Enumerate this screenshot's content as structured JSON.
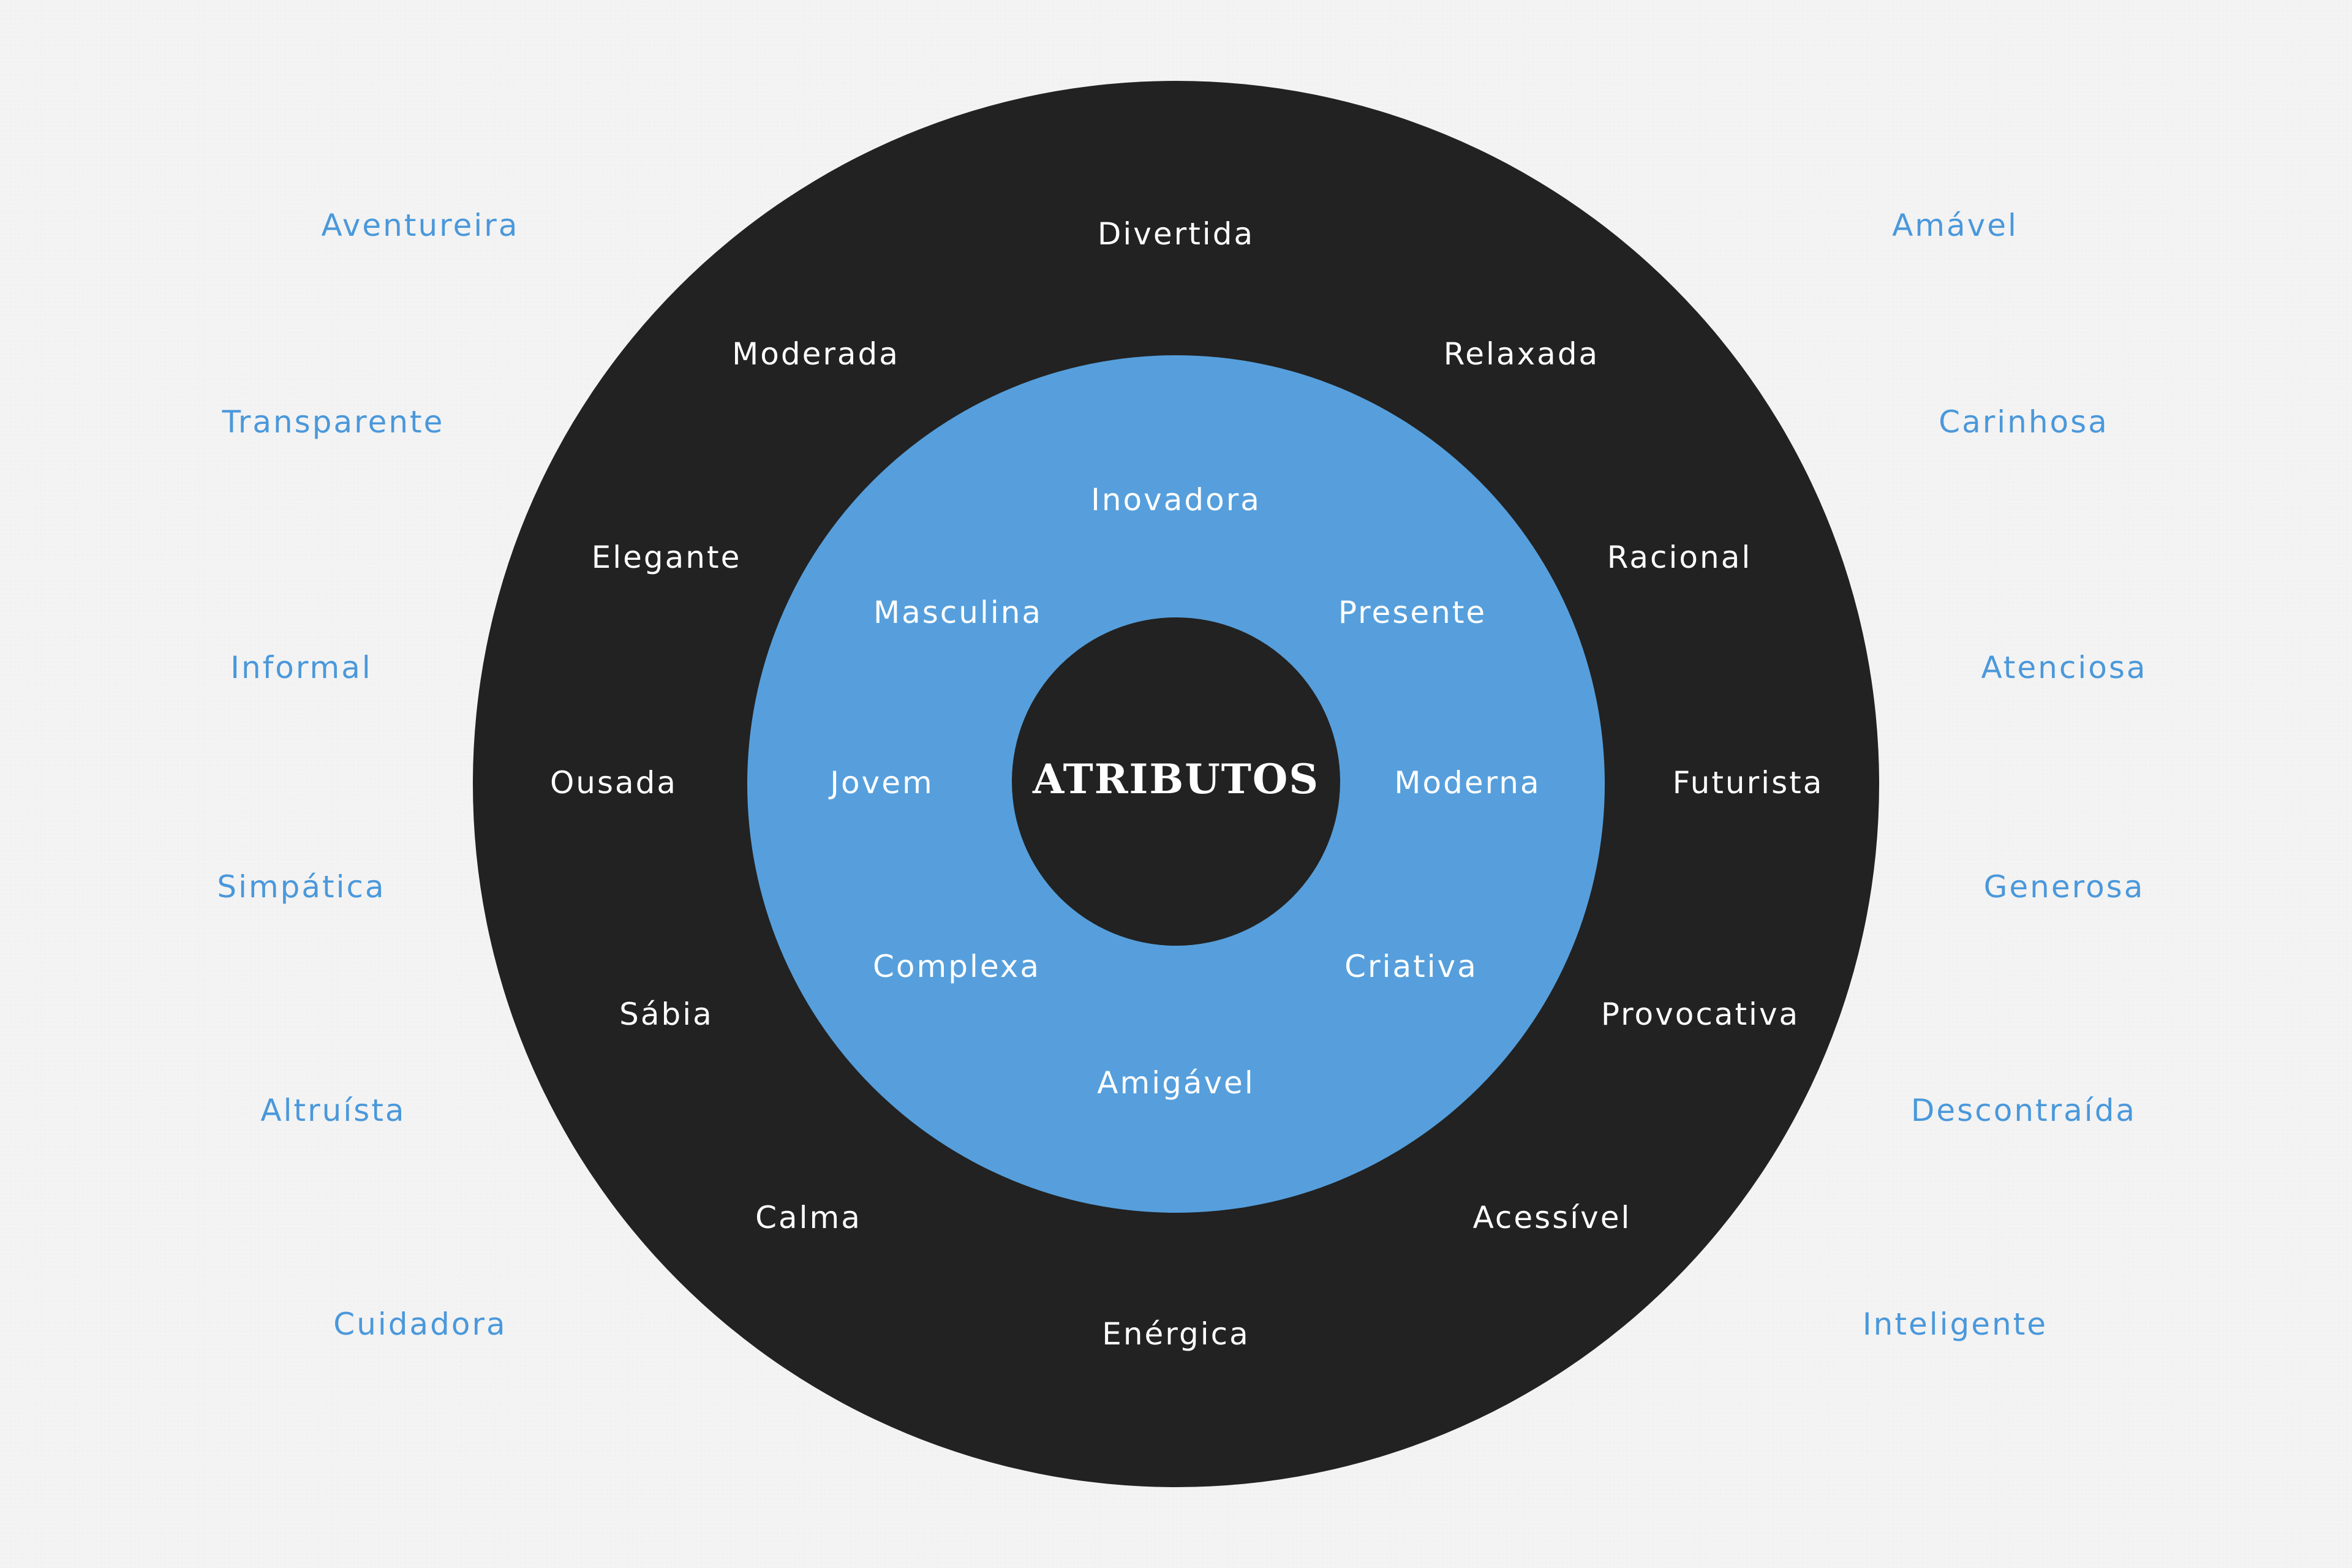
{
  "diagram": {
    "center_title": "ATRIBUTOS",
    "middle_ring": {
      "inovadora": "Inovadora",
      "masculina": "Masculina",
      "presente": "Presente",
      "jovem": "Jovem",
      "moderna": "Moderna",
      "complexa": "Complexa",
      "criativa": "Criativa",
      "amigavel": "Amigável"
    },
    "outer_ring": {
      "divertida": "Divertida",
      "moderada": "Moderada",
      "relaxada": "Relaxada",
      "elegante": "Elegante",
      "racional": "Racional",
      "ousada": "Ousada",
      "futurista": "Futurista",
      "sabia": "Sábia",
      "provocativa": "Provocativa",
      "calma": "Calma",
      "acessivel": "Acessível",
      "energica": "Enérgica"
    },
    "outside_left": {
      "aventureira": "Aventureira",
      "transparente": "Transparente",
      "informal": "Informal",
      "simpatica": "Simpática",
      "altruista": "Altruísta",
      "cuidadora": "Cuidadora"
    },
    "outside_right": {
      "amavel": "Amável",
      "carinhosa": "Carinhosa",
      "atenciosa": "Atenciosa",
      "generosa": "Generosa",
      "descontraida": "Descontraída",
      "inteligente": "Inteligente"
    },
    "colors": {
      "background": "#f3f3f3",
      "dark_ring": "#222222",
      "blue_ring": "#569fdc",
      "outside_text": "#4a98db",
      "inner_text": "#ffffff"
    }
  }
}
